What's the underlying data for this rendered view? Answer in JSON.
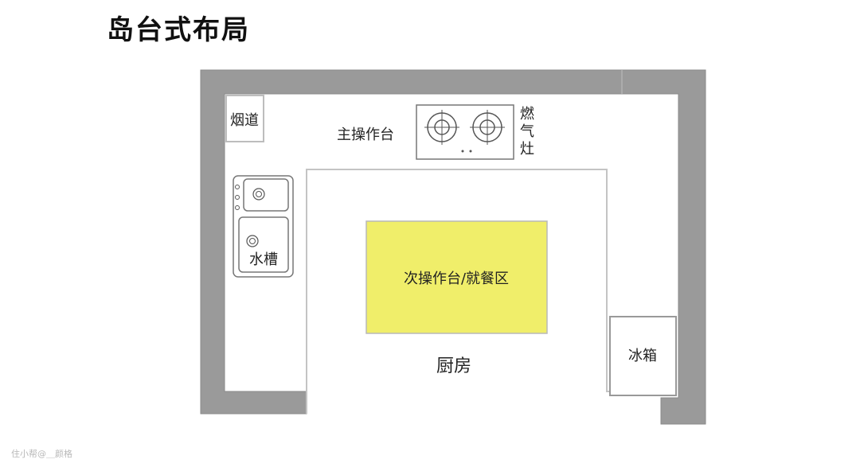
{
  "title": "岛台式布局",
  "labels": {
    "flue": "烟道",
    "main_counter": "主操作台",
    "gas_stove_chars": [
      "燃",
      "气",
      "灶"
    ],
    "sink": "水槽",
    "island": "次操作台/就餐区",
    "kitchen": "厨房",
    "fridge": "冰箱"
  },
  "watermark": "住小帮@＿颜格",
  "colors": {
    "wall": "#9a9a9a",
    "island_fill": "#f0ee6a",
    "island_border": "#b8b8b8",
    "line": "#bdbdbd",
    "appliance_line": "#666666"
  }
}
